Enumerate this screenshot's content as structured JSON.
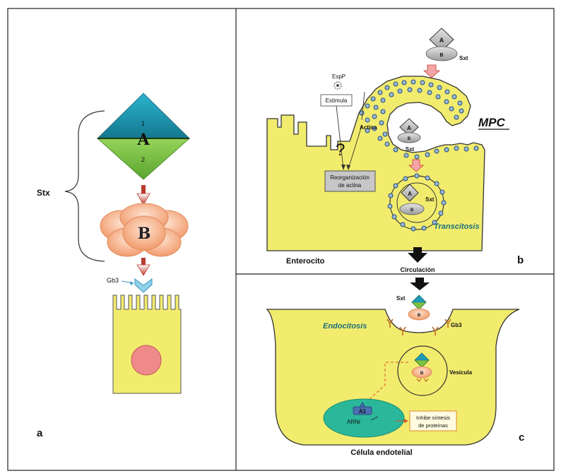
{
  "panel_a": {
    "label": "a",
    "stx": "Stx",
    "subunit_a": "A",
    "subunit_b": "B",
    "part_1": "1",
    "part_2": "2",
    "receptor": "Gb3"
  },
  "panel_b": {
    "label": "b",
    "espp": "EspP",
    "estimula": "Estimula",
    "actina": "Actina",
    "question": "?",
    "reorganizacion_1": "Reorganización",
    "reorganizacion_2": "de actina",
    "mpc": "MPC",
    "sxt": "Sxt",
    "transcitosis": "Transcitosis",
    "enterocito": "Enterocito",
    "circulacion": "Circulación",
    "toxin_a": "A",
    "toxin_b": "B"
  },
  "panel_c": {
    "label": "c",
    "sxt": "Sxt",
    "gb3": "Gb3",
    "endocitosis": "Endocitosis",
    "vesicula": "Vesícula",
    "a1": "A1",
    "arnr": "ARNr",
    "inhibe_1": "Inhibe síntesis",
    "inhibe_2": "de proteínas",
    "celula": "Célula endotelial"
  },
  "colors": {
    "cell_yellow": "#f2ec6e",
    "cell_outline": "#2b2b2b",
    "teal_a1": "#1f9cb8",
    "green_a2": "#7cc242",
    "peach_b": "#f6a77e",
    "nucleus_pink": "#ef8a8a",
    "arrow_red": "#c0392b",
    "nucleus_green": "#2bb89a",
    "orange_box": "#e08a2e",
    "italic_teal": "#1c6f7a"
  }
}
